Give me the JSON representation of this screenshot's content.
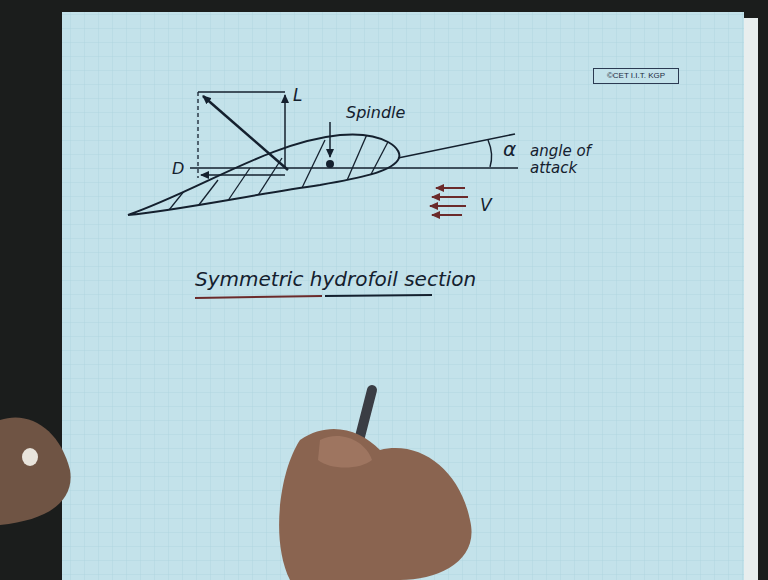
{
  "diagram": {
    "nodes": [
      {
        "text": [
          "©CET I.I.T. KGP"
        ]
      }
    ],
    "labels": [
      "L",
      "Spindle",
      "D",
      "α",
      "angle of attack",
      "V",
      "Symmetric hydrofoil section"
    ]
  }
}
